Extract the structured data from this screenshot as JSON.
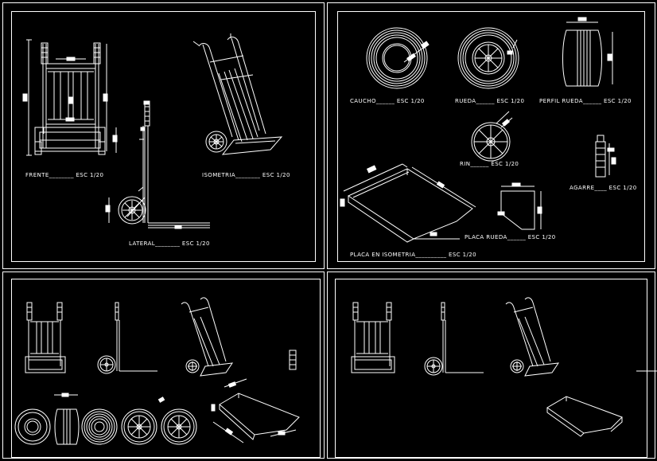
{
  "labels": {
    "frente": "FRENTE________ ESC 1/20",
    "lateral": "LATERAL________ ESC 1/20",
    "isometria": "ISOMETRIA________ ESC 1/20",
    "caucho": "CAUCHO______ ESC 1/20",
    "rueda": "RUEDA______ ESC 1/20",
    "perfil_rueda": "PERFIL RUEDA______ ESC 1/20",
    "rin": "RIN______ ESC 1/20",
    "agarre": "AGARRE____ ESC 1/20",
    "placa_rueda": "PLACA RUEDA______ ESC 1/20",
    "placa_isometria": "PLACA EN ISOMETRIA__________ ESC 1/20"
  },
  "colors": {
    "background": "#000000",
    "lines": "#ffffff",
    "accent": "#c8c8c8"
  }
}
